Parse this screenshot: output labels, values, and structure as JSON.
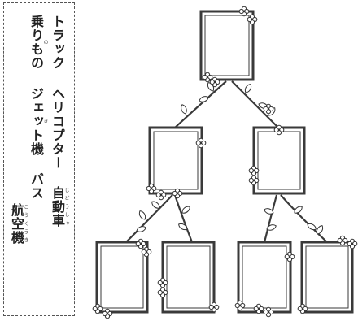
{
  "vocabulary": {
    "columns": [
      {
        "words": [
          {
            "text": "トラック"
          },
          {
            "text": "ヘリコプター"
          },
          {
            "text": "自動車",
            "reading": "じどうしゃ"
          }
        ]
      },
      {
        "words": [
          {
            "text": "乗りもの",
            "reading": "の"
          },
          {
            "text": "ジェット機",
            "reading": "き"
          },
          {
            "text": "バス"
          }
        ]
      },
      {
        "words": [
          {
            "text": "航空機",
            "reading": "こうくうき"
          }
        ]
      }
    ]
  },
  "tree": {
    "levels": [
      1,
      2,
      4
    ],
    "frame_count": 7,
    "line_color": "#3a3a3a",
    "decoration": "vine-with-leaves-and-flowers"
  }
}
